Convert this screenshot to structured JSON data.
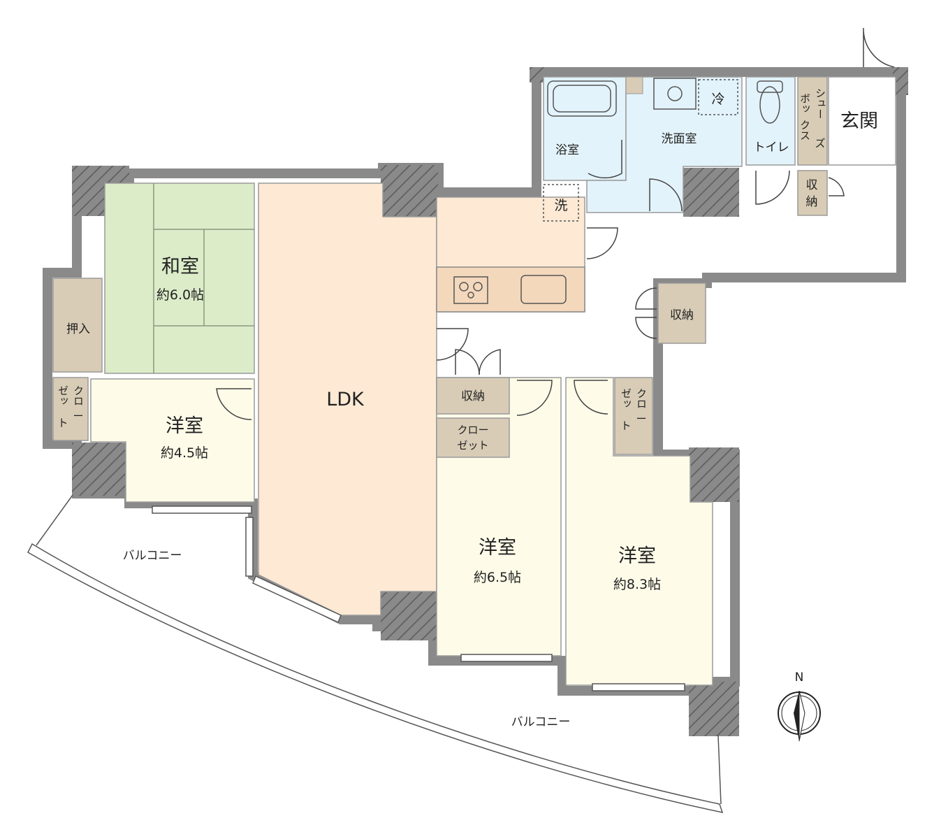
{
  "rooms": {
    "washitsu": {
      "name": "和室",
      "size": "約6.0帖"
    },
    "yoshitsu_a": {
      "name": "洋室",
      "size": "約4.5帖"
    },
    "ldk": {
      "name": "LDK"
    },
    "yoshitsu_b": {
      "name": "洋室",
      "size": "約6.5帖"
    },
    "yoshitsu_c": {
      "name": "洋室",
      "size": "約8.3帖"
    },
    "bath": {
      "name": "浴室"
    },
    "washroom": {
      "name": "洗面室"
    },
    "toilet": {
      "name": "トイレ"
    },
    "entrance": {
      "name": "玄関"
    }
  },
  "storage": {
    "oshiire": "押入",
    "closet_left": [
      "クロ",
      "ー",
      "ゼッ",
      "ト"
    ],
    "shoebox": [
      "シュー",
      "ズ",
      "ボッ",
      "クス"
    ],
    "entrance_storage": [
      "収",
      "納"
    ],
    "hall_storage": "収納",
    "room_b_storage": "収納",
    "room_b_closet": [
      "クロー",
      "ゼット"
    ],
    "room_c_closet": [
      "クロ",
      "ー",
      "ゼッ",
      "ト"
    ]
  },
  "fixtures": {
    "fridge": "冷",
    "washer": "洗"
  },
  "balcony": {
    "label_1": "バルコニー",
    "label_2": "バルコニー"
  },
  "compass": {
    "label": "N"
  },
  "colors": {
    "wall": "#8a8a8a",
    "tatami": "#dcecc9",
    "ldk": "#fde9d4",
    "western": "#fefbe8",
    "wet": "#e3f3fb",
    "storage": "#d8ccb6"
  }
}
